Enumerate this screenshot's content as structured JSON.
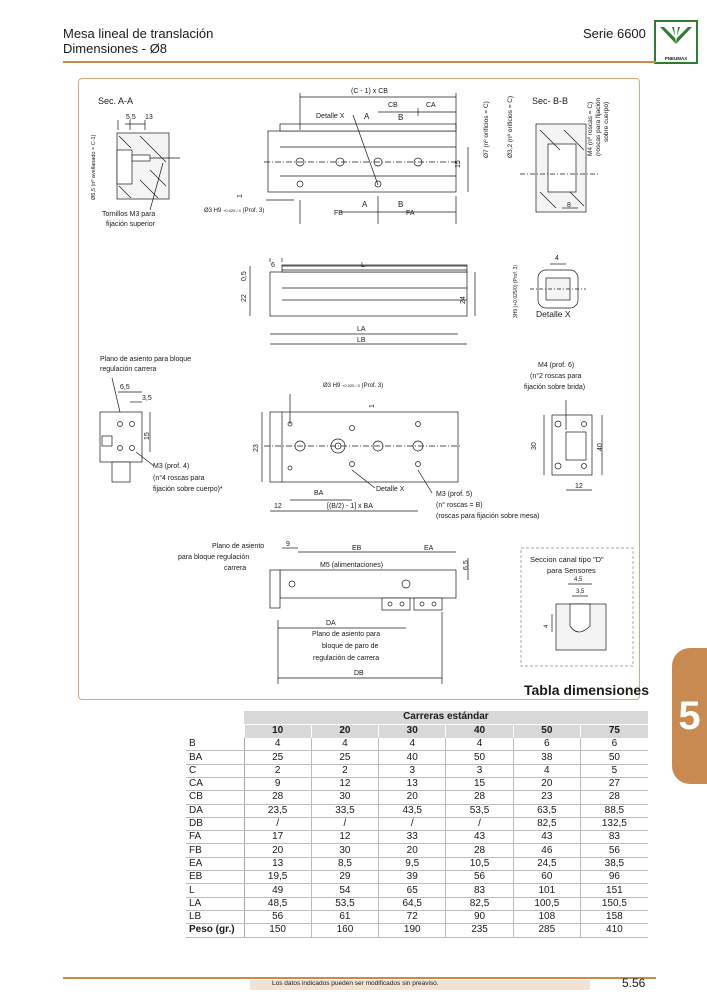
{
  "header": {
    "title_line1": "Mesa lineal de translación",
    "title_line2": "Dimensiones - Ø8",
    "series": "Serie 6600",
    "logo_text": "PNEUMAX"
  },
  "drawing": {
    "sec_aa": "Sec. A-A",
    "sec_bb": "Sec- B-B",
    "dim_5_5": "5,5",
    "dim_13": "13",
    "dim_c1_cb": "(C - 1) x CB",
    "dim_cb": "CB",
    "dim_ca": "CA",
    "detalle_x_label": "Detalle X",
    "letter_a": "A",
    "letter_b": "B",
    "dim_15": "15",
    "dim_fb": "FB",
    "dim_fa": "FA",
    "dim_1": "1",
    "h9_1": "Ø3 H9",
    "h9_1_tol": "+0.025 / 0",
    "h9_1_prof": "(Prof. 3)",
    "vert_sec_a": "Ø6,5 (nº avellanado = C-1)",
    "tornillos_line1": "Tornillos M3 para",
    "tornillos_line2": "fijación superior",
    "vert_b1": "Ø7 (nº orificios = C)",
    "vert_b2": "Ø3,2 (nº orificios = C)",
    "vert_b3_l1": "M4 (nº roscas = C)",
    "vert_b3_l2": "(roscas para fijación",
    "vert_b3_l3": "sobre cuerpo)",
    "dim_8": "8",
    "dim_6": "6",
    "dim_L": "L",
    "dim_0_5": "0,5",
    "dim_22": "22",
    "dim_24": "24",
    "dim_LA": "LA",
    "dim_LB": "LB",
    "dim_4_x": "4",
    "detx_vert": "3H9 (+0.025/0) (Prof. 3)",
    "detalle_x_title": "Detalle X",
    "plano1_l1": "Plano de asiento para bloque",
    "plano1_l2": "regulación carrera",
    "dim_6_5": "6,5",
    "dim_3_5": "3,5",
    "dim_15b": "15",
    "m3_4_l1": "M3 (prof. 4)",
    "m3_4_l2": "(n°4 roscas para",
    "m3_4_l3": "fijación sobre cuerpo)*",
    "h9_2": "Ø3 H9",
    "h9_2_tol": "+0.025 / 0",
    "h9_2_prof": "(Prof. 3)",
    "dim_1b": "1",
    "dim_23": "23",
    "detalle_x2": "Detalle X",
    "dim_ba": "BA",
    "dim_12": "12",
    "dim_b2_ba": "[(B/2) - 1] x BA",
    "m3_5_l1": "M3 (prof. 5)",
    "m3_5_l2": "(n° roscas = B)",
    "m3_5_l3": "(roscas para fijación sobre mesa)",
    "m4_6_l1": "M4 (prof. 6)",
    "m4_6_l2": "(n°2 roscas para",
    "m4_6_l3": "fijación sobre brida)",
    "dim_30": "30",
    "dim_40": "40",
    "dim_12b": "12",
    "plano2_l1": "Plano de asiento",
    "plano2_l2": "para bloque regulación",
    "plano2_l3": "carrera",
    "dim_9": "9",
    "dim_eb": "EB",
    "dim_ea": "EA",
    "m5_label": "M5 (alimentaciones)",
    "dim_6_5b": "6,5",
    "dim_da": "DA",
    "plano3_l1": "Plano de asiento para",
    "plano3_l2": "bloque de paro de",
    "plano3_l3": "regulación de carrera",
    "dim_db": "DB",
    "canal_l1": "Seccion canal tipo \"D\"",
    "canal_l2": "para Sensores",
    "canal_4_5": "4,5",
    "canal_3_5": "3,5",
    "canal_4": "4"
  },
  "section_number": "5",
  "table": {
    "title": "Tabla dimensiones",
    "group_header": "Carreras estándar",
    "columns": [
      "10",
      "20",
      "30",
      "40",
      "50",
      "75"
    ],
    "rows": [
      {
        "label": "B",
        "values": [
          "4",
          "4",
          "4",
          "4",
          "6",
          "6"
        ]
      },
      {
        "label": "BA",
        "values": [
          "25",
          "25",
          "40",
          "50",
          "38",
          "50"
        ]
      },
      {
        "label": "C",
        "values": [
          "2",
          "2",
          "3",
          "3",
          "4",
          "5"
        ]
      },
      {
        "label": "CA",
        "values": [
          "9",
          "12",
          "13",
          "15",
          "20",
          "27"
        ]
      },
      {
        "label": "CB",
        "values": [
          "28",
          "30",
          "20",
          "28",
          "23",
          "28"
        ]
      },
      {
        "label": "DA",
        "values": [
          "23,5",
          "33,5",
          "43,5",
          "53,5",
          "63,5",
          "88,5"
        ]
      },
      {
        "label": "DB",
        "values": [
          "/",
          "/",
          "/",
          "/",
          "82,5",
          "132,5"
        ]
      },
      {
        "label": "FA",
        "values": [
          "17",
          "12",
          "33",
          "43",
          "43",
          "83"
        ]
      },
      {
        "label": "FB",
        "values": [
          "20",
          "30",
          "20",
          "28",
          "46",
          "56"
        ]
      },
      {
        "label": "EA",
        "values": [
          "13",
          "8,5",
          "9,5",
          "10,5",
          "24,5",
          "38,5"
        ]
      },
      {
        "label": "EB",
        "values": [
          "19,5",
          "29",
          "39",
          "56",
          "60",
          "96"
        ]
      },
      {
        "label": "L",
        "values": [
          "49",
          "54",
          "65",
          "83",
          "101",
          "151"
        ]
      },
      {
        "label": "LA",
        "values": [
          "48,5",
          "53,5",
          "64,5",
          "82,5",
          "100,5",
          "150,5"
        ]
      },
      {
        "label": "LB",
        "values": [
          "56",
          "61",
          "72",
          "90",
          "108",
          "158"
        ]
      },
      {
        "label": "Peso (gr.)",
        "values": [
          "150",
          "160",
          "190",
          "235",
          "285",
          "410"
        ]
      }
    ]
  },
  "footer": {
    "note": "Los datos indicados pueden ser modificados sin preaviso.",
    "page": "5.56"
  },
  "colors": {
    "accent": "#c98a52",
    "table_header": "#d8d8d8",
    "logo_green": "#2e7d32"
  }
}
